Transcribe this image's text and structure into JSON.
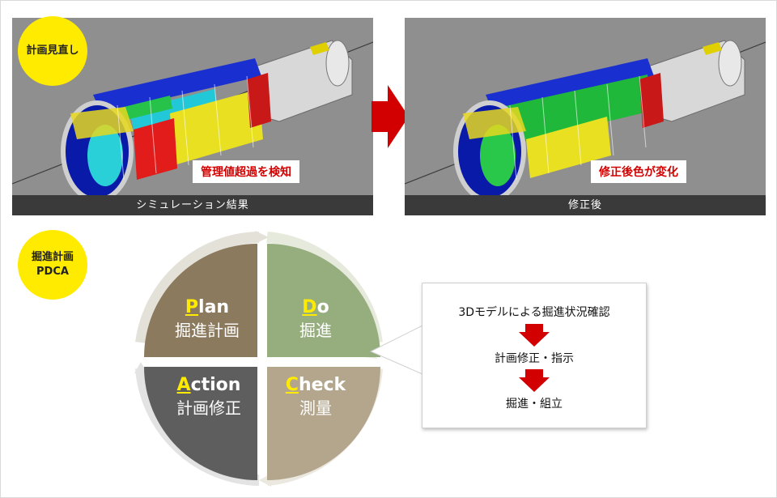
{
  "badges": {
    "review": "計画見直し",
    "pdca_line1": "掘進計画",
    "pdca_line2": "PDCA"
  },
  "panels": {
    "left": {
      "caption": "シミュレーション結果",
      "callout": "管理値超過を検知"
    },
    "right": {
      "caption": "修正後",
      "callout": "修正後色が変化"
    }
  },
  "cycle": {
    "plan": {
      "initial": "P",
      "rest": "lan",
      "sub": "掘進計画"
    },
    "do": {
      "initial": "D",
      "rest": "o",
      "sub": "掘進"
    },
    "check": {
      "initial": "C",
      "rest": "heck",
      "sub": "測量"
    },
    "action": {
      "initial": "A",
      "rest": "ction",
      "sub": "計画修正"
    }
  },
  "flow": {
    "step1": "3Dモデルによる掘進状況確認",
    "step2": "計画修正・指示",
    "step3": "掘進・組立"
  },
  "colors": {
    "plan": "#8c7a5e",
    "do": "#96ad7e",
    "check": "#b3a68d",
    "action": "#5e5e5e",
    "badge": "#ffeb00",
    "arrow": "#d20000"
  }
}
